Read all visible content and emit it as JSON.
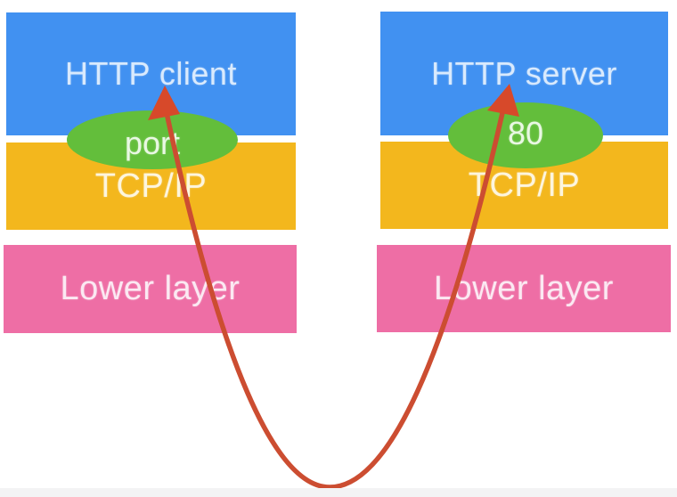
{
  "diagram": {
    "description": "HTTP client and server protocol stacks connected by a curved arrow through ports",
    "client_stack": {
      "app_label": "HTTP client",
      "port_label": "port",
      "transport_label": "TCP/IP",
      "lower_label": "Lower layer"
    },
    "server_stack": {
      "app_label": "HTTP server",
      "port_label": "80",
      "transport_label": "TCP/IP",
      "lower_label": "Lower layer"
    },
    "colors": {
      "app_layer": "#4191f1",
      "port_ellipse": "#63be3b",
      "transport_layer": "#f3b71d",
      "lower_layer": "#ee6ea5",
      "arrow": "#cc4d31",
      "background": "#ffffff",
      "bottom_strip": "#f3f3f4"
    }
  }
}
